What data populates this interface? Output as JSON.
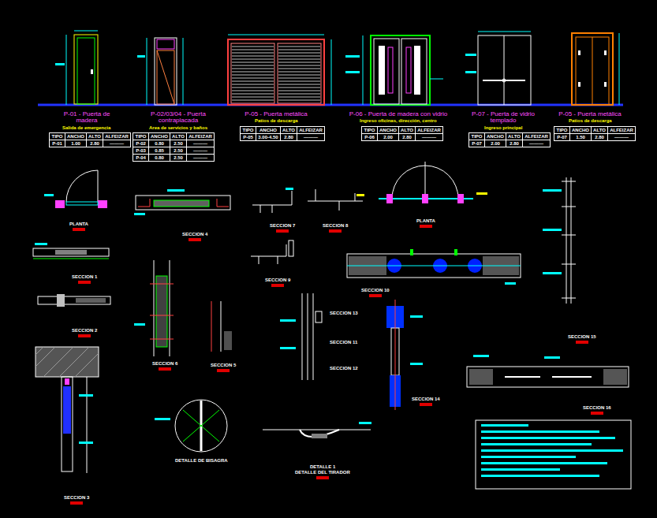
{
  "diagram": {
    "labels": [
      "P-01 - Puerta de madera",
      "Salida de emergencia",
      "TIPO",
      "ANCHO",
      "ALTO",
      "ALFEIZAR",
      "P-01",
      "1.00",
      "2.80",
      "———",
      "P-02/03/04 - Puerta contraplacada",
      "Area de servicios y baños",
      "TIPO",
      "ANCHO",
      "ALTO",
      "ALFEIZAR",
      "P-02",
      "0.80",
      "2.50",
      "———",
      "P-03",
      "0.85",
      "2.50",
      "———",
      "P-04",
      "0.80",
      "2.50",
      "———",
      "P-05 - Puerta metálica",
      "Patios de descarga",
      "TIPO",
      "ANCHO",
      "ALTO",
      "ALFEIZAR",
      "P-05",
      "3.00-4.50",
      "2.80",
      "———",
      "P-06 - Puerta de madera con vidrio",
      "Ingreso oficinas, dirección, centro",
      "TIPO",
      "ANCHO",
      "ALTO",
      "ALFEIZAR",
      "P-06",
      "2.00",
      "2.80",
      "———",
      "P-07 - Puerta de vidrio templado",
      "Ingreso principal",
      "TIPO",
      "ANCHO",
      "ALTO",
      "ALFEIZAR",
      "P-07",
      "2.00",
      "2.80",
      "———",
      "P-05 - Puerta metálica",
      "Patios de descarga",
      "TIPO",
      "ANCHO",
      "ALTO",
      "ALFEIZAR",
      "P-07",
      "1.50",
      "2.80",
      "———",
      "PLANTA",
      "SECCION 4",
      "SECCION 7",
      "SECCION 8",
      "PLANTA",
      "SECCION 1",
      "SECCION 9",
      "SECCION 10",
      "SECCION 2",
      "SECCION 6",
      "SECCION 5",
      "SECCION 13",
      "SECCION 11",
      "SECCION 12",
      "SECCION 14",
      "SECCION 15",
      "SECCION 16",
      "SECCION 3",
      "DETALLE DE BISAGRA",
      "DETALLE 1",
      "DETALLE DEL TIRADOR"
    ]
  }
}
